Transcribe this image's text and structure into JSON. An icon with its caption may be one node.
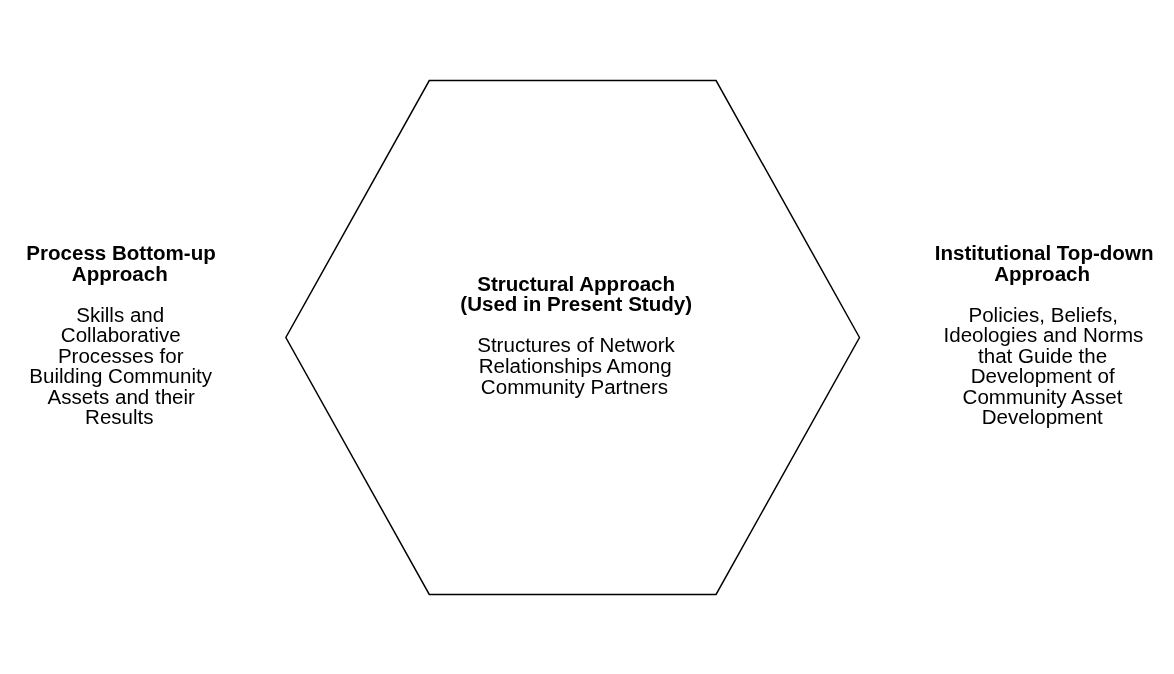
{
  "diagram": {
    "nodes": [
      {
        "text": [
          "Process Bottom-up Approach",
          "Skills and Collaborative Processes for Building Community Assets and their Results"
        ]
      },
      {
        "text": [
          "Structural Approach (Used in Present Study)",
          "Structures of Network Relationships Among Community Partners"
        ]
      },
      {
        "text": [
          "Institutional Top-down Approach",
          "Policies, Beliefs, Ideologies and Norms that Guide the Development of Community Asset Development"
        ]
      }
    ]
  }
}
